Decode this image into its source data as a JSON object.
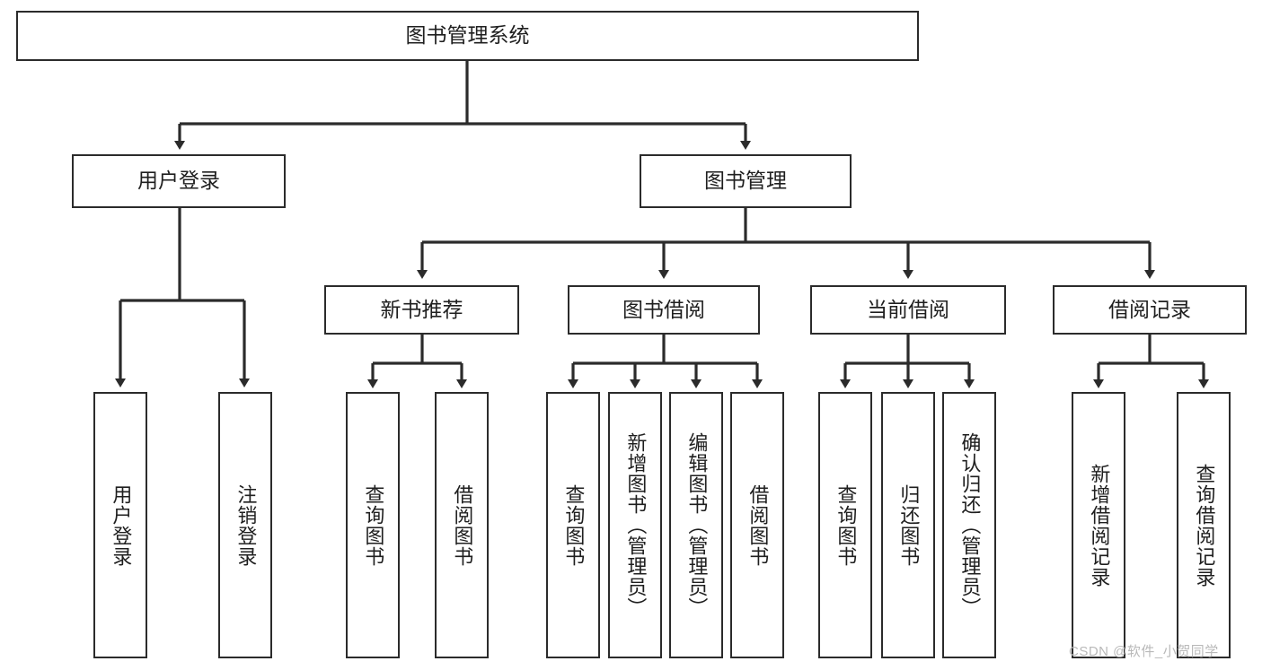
{
  "diagram": {
    "title_node": {
      "id": "root",
      "label": "图书管理系统"
    },
    "level2": [
      {
        "id": "user-login",
        "label": "用户登录"
      },
      {
        "id": "book-manage",
        "label": "图书管理"
      }
    ],
    "level3": [
      {
        "id": "new-book-recommend",
        "label": "新书推荐"
      },
      {
        "id": "book-borrow",
        "label": "图书借阅"
      },
      {
        "id": "current-borrow",
        "label": "当前借阅"
      },
      {
        "id": "borrow-record",
        "label": "借阅记录"
      }
    ],
    "leaves": [
      {
        "id": "leaf-user-login",
        "label": "用户登录",
        "parent": "user-login"
      },
      {
        "id": "leaf-user-logout",
        "label": "注销登录",
        "parent": "user-login"
      },
      {
        "id": "leaf-query-book-1",
        "label": "查询图书",
        "parent": "new-book-recommend"
      },
      {
        "id": "leaf-borrow-book-1",
        "label": "借阅图书",
        "parent": "new-book-recommend"
      },
      {
        "id": "leaf-query-book-2",
        "label": "查询图书",
        "parent": "book-borrow"
      },
      {
        "id": "leaf-add-book",
        "label": "新增图书（管理员）",
        "parent": "book-borrow"
      },
      {
        "id": "leaf-edit-book",
        "label": "编辑图书（管理员）",
        "parent": "book-borrow"
      },
      {
        "id": "leaf-borrow-book-2",
        "label": "借阅图书",
        "parent": "book-borrow"
      },
      {
        "id": "leaf-query-book-3",
        "label": "查询图书",
        "parent": "current-borrow"
      },
      {
        "id": "leaf-return-book",
        "label": "归还图书",
        "parent": "current-borrow"
      },
      {
        "id": "leaf-confirm-return",
        "label": "确认归还（管理员）",
        "parent": "current-borrow"
      },
      {
        "id": "leaf-add-record",
        "label": "新增借阅记录",
        "parent": "borrow-record"
      },
      {
        "id": "leaf-query-record",
        "label": "查询借阅记录",
        "parent": "borrow-record"
      }
    ]
  },
  "watermark": {
    "text": "CSDN @软件_小贺同学"
  },
  "colors": {
    "stroke": "#2b2b2b",
    "box_fill": "#ffffff",
    "text": "#1f1f1f",
    "watermark": "#b9b9b9",
    "background": "#ffffff"
  }
}
